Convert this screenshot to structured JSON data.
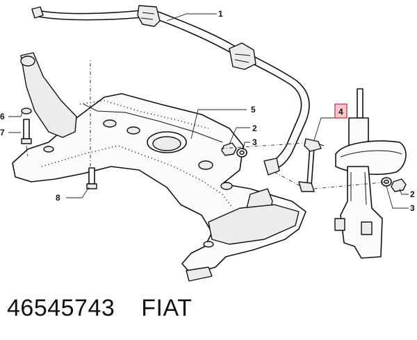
{
  "callouts": {
    "c1": "1",
    "c2_left": "2",
    "c3_left": "3",
    "c4": "4",
    "c5": "5",
    "c6": "6",
    "c7": "7",
    "c8": "8",
    "c2_right": "2",
    "c3_right": "3"
  },
  "highlight_color": "#f6c9cf",
  "caption": {
    "part_number": "46545743",
    "brand": "FIAT"
  }
}
